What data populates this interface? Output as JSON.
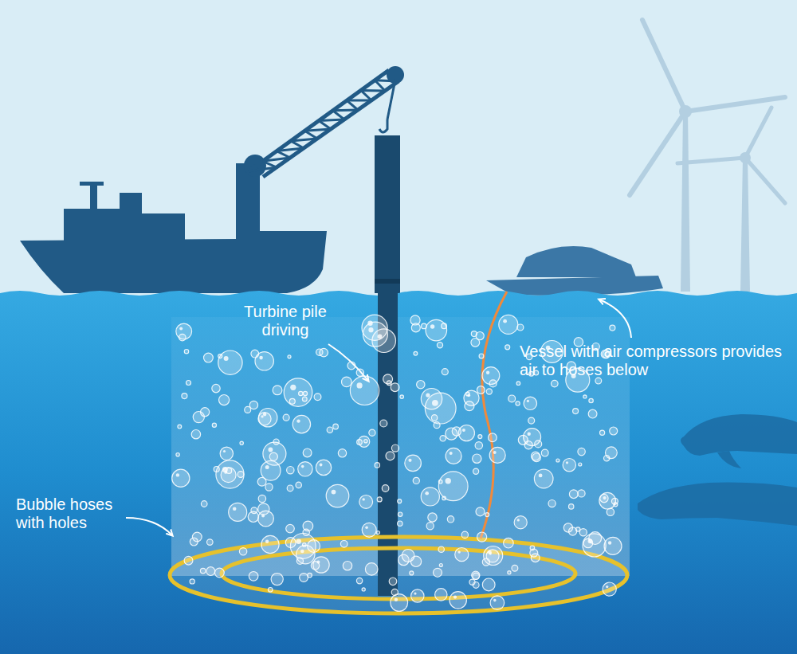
{
  "diagram": {
    "labels": [
      "Turbine pile driving",
      "Vessel with air compressors provides air to hoses below",
      "Bubble hoses with holes"
    ]
  }
}
